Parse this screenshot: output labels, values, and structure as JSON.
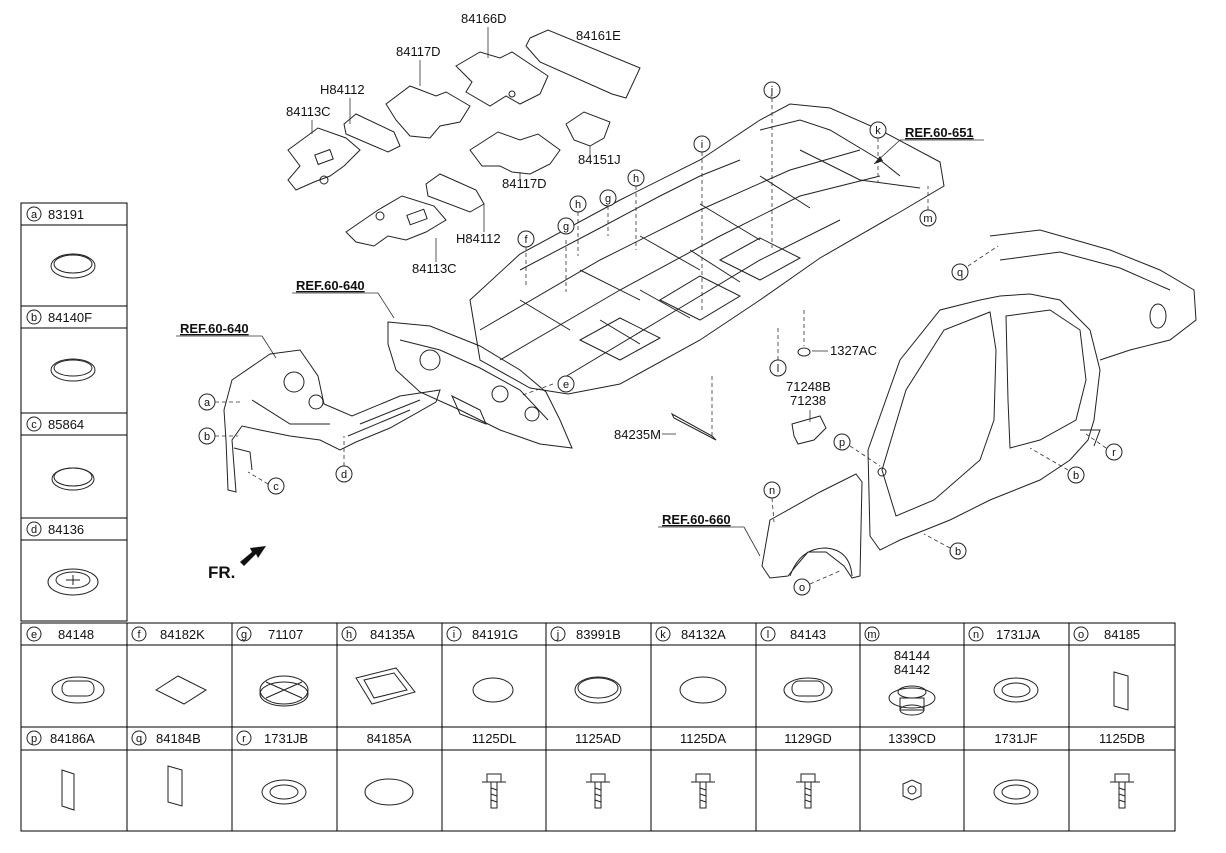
{
  "left_table": [
    {
      "letter": "a",
      "code": "83191"
    },
    {
      "letter": "b",
      "code": "84140F"
    },
    {
      "letter": "c",
      "code": "85864"
    },
    {
      "letter": "d",
      "code": "84136"
    }
  ],
  "row1": [
    {
      "letter": "e",
      "code": "84148"
    },
    {
      "letter": "f",
      "code": "84182K"
    },
    {
      "letter": "g",
      "code": "71107"
    },
    {
      "letter": "h",
      "code": "84135A"
    },
    {
      "letter": "i",
      "code": "84191G"
    },
    {
      "letter": "j",
      "code": "83991B"
    },
    {
      "letter": "k",
      "code": "84132A"
    },
    {
      "letter": "l",
      "code": "84143"
    },
    {
      "letter": "m",
      "code": "",
      "sub1": "84144",
      "sub2": "84142"
    },
    {
      "letter": "n",
      "code": "1731JA"
    },
    {
      "letter": "o",
      "code": "84185"
    }
  ],
  "row2": [
    {
      "letter": "p",
      "code": "84186A"
    },
    {
      "letter": "q",
      "code": "84184B"
    },
    {
      "letter": "r",
      "code": "1731JB"
    },
    {
      "letter": "",
      "code": "84185A"
    },
    {
      "letter": "",
      "code": "1125DL"
    },
    {
      "letter": "",
      "code": "1125AD"
    },
    {
      "letter": "",
      "code": "1125DA"
    },
    {
      "letter": "",
      "code": "1129GD"
    },
    {
      "letter": "",
      "code": "1339CD"
    },
    {
      "letter": "",
      "code": "1731JF"
    },
    {
      "letter": "",
      "code": "1125DB"
    }
  ],
  "labels": {
    "p84166D": "84166D",
    "p84161E": "84161E",
    "p84117D_a": "84117D",
    "pH84112_a": "H84112",
    "p84113C_a": "84113C",
    "p84151J": "84151J",
    "p84117D_b": "84117D",
    "pH84112_b": "H84112",
    "p84113C_b": "84113C",
    "p1327AC": "1327AC",
    "p71248B": "71248B",
    "p71238": "71238",
    "p84235M": "84235M",
    "ref651": "REF.60-651",
    "ref640a": "REF.60-640",
    "ref640b": "REF.60-640",
    "ref660": "REF.60-660",
    "fr": "FR."
  },
  "callouts": {
    "a": "a",
    "b": "b",
    "c": "c",
    "d": "d",
    "e": "e",
    "f": "f",
    "g": "g",
    "h": "h",
    "i": "i",
    "j": "j",
    "k": "k",
    "l": "l",
    "m": "m",
    "n": "n",
    "o": "o",
    "p": "p",
    "q": "q",
    "r": "r"
  }
}
